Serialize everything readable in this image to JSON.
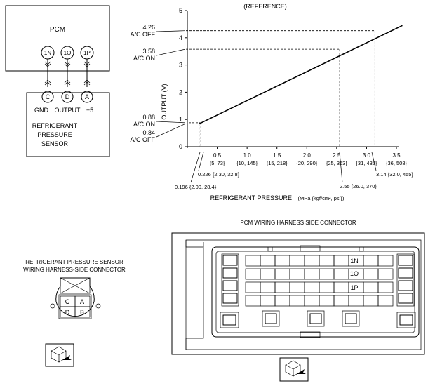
{
  "pcm": {
    "title": "PCM",
    "pins": [
      "1N",
      "1O",
      "1P"
    ]
  },
  "sensor": {
    "pins": [
      "C",
      "D",
      "A"
    ],
    "pin_labels": [
      "GND",
      "OUTPUT",
      "+5"
    ],
    "name_lines": [
      "REFRIGERANT",
      "PRESSURE",
      "SENSOR"
    ]
  },
  "chart_data": {
    "type": "line",
    "title": "(REFERENCE)",
    "ylabel": "OUTPUT (V)",
    "xlabel": "REFRIGERANT PRESSURE",
    "xlabel_unit": "(MPa {kgf/cm², psi})",
    "xlim": [
      0,
      3.5
    ],
    "ylim": [
      0,
      5
    ],
    "y_ticks": [
      "0",
      "1",
      "2",
      "3",
      "4",
      "5"
    ],
    "x_ticks": [
      {
        "value": 0.5,
        "label": "0.5",
        "sub": "{5, 73}"
      },
      {
        "value": 1.0,
        "label": "1.0",
        "sub": "{10, 145}"
      },
      {
        "value": 1.5,
        "label": "1.5",
        "sub": "{15, 218}"
      },
      {
        "value": 2.0,
        "label": "2.0",
        "sub": "{20, 290}"
      },
      {
        "value": 2.5,
        "label": "2.5",
        "sub": "{25, 363}"
      },
      {
        "value": 3.0,
        "label": "3.0",
        "sub": "{31, 435}"
      },
      {
        "value": 3.5,
        "label": "3.5",
        "sub": "{36, 508}"
      }
    ],
    "series": [
      {
        "x": [
          0.196,
          3.6
        ],
        "y": [
          0.84,
          4.45
        ]
      }
    ],
    "markers": [
      {
        "y": 4.26,
        "value_label": "4.26",
        "label": "A/C OFF",
        "x": 3.14,
        "x_label": "3.14 {32.0, 455}"
      },
      {
        "y": 3.58,
        "value_label": "3.58",
        "label": "A/C ON",
        "x": 2.55,
        "x_label": "2.55 {26.0, 370}"
      },
      {
        "y": 0.88,
        "value_label": "0.88",
        "label": "A/C ON",
        "x": 0.226,
        "x_label": "0.226 {2.30, 32.8}"
      },
      {
        "y": 0.84,
        "value_label": "0.84",
        "label": "A/C OFF",
        "x": 0.196,
        "x_label": "0.196 {2.00, 28.4}"
      }
    ]
  },
  "pcm_connector": {
    "title": "PCM WIRING HARNESS SIDE CONNECTOR",
    "pin_labels": [
      "1N",
      "1O",
      "1P"
    ]
  },
  "sensor_connector": {
    "title_lines": [
      "REFRIGERANT PRESSURE SENSOR",
      "WIRING HARNESS-SIDE CONNECTOR"
    ],
    "cells": [
      "C",
      "A",
      "D",
      "B"
    ]
  }
}
